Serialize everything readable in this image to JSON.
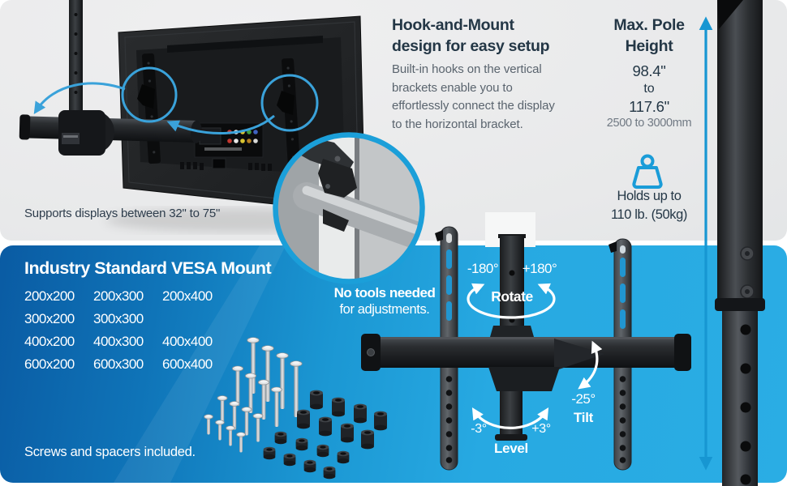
{
  "colors": {
    "accent_blue": "#1b9fd9",
    "navy": "#243746",
    "body_gray": "#5a646e",
    "panel_gray": "#e8e9ea",
    "panel_blue_start": "#0a5ba3",
    "panel_blue_end": "#2aade4"
  },
  "top": {
    "supports_note": "Supports displays between 32\" to 75\"",
    "hook": {
      "title": "Hook-and-Mount\ndesign for easy setup",
      "body": "Built-in hooks on the vertical\nbrackets enable you to\neffortlessly connect the display\nto the horizontal bracket."
    },
    "pole": {
      "title": "Max. Pole\nHeight",
      "range_start": "98.4\"",
      "range_join": "to",
      "range_end": "117.6\"",
      "range_metric": "2500 to 3000mm",
      "capacity": "Holds up to\n110 lb. (50kg)"
    }
  },
  "bottom": {
    "vesa": {
      "title": "Industry Standard VESA Mount",
      "rows": [
        [
          "200x200",
          "200x300",
          "200x400"
        ],
        [
          "300x200",
          "300x300",
          ""
        ],
        [
          "400x200",
          "400x300",
          "400x400"
        ],
        [
          "600x200",
          "600x300",
          "600x400"
        ]
      ],
      "note": "Screws and spacers included."
    },
    "adjust": {
      "intro_bold": "No tools needed",
      "intro_rest": "for adjustments.",
      "rotate_minus": "-180°",
      "rotate_plus": "+180°",
      "rotate_label": "Rotate",
      "tilt_value": "-25°",
      "tilt_label": "Tilt",
      "level_minus": "-3°",
      "level_plus": "+3°",
      "level_label": "Level"
    }
  }
}
